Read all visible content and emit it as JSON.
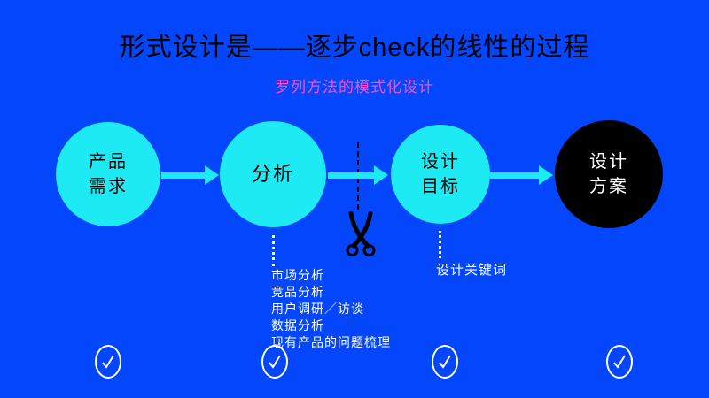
{
  "slide": {
    "title": "形式设计是——逐步check的线性的过程",
    "subtitle": "罗列方法的模式化设计"
  },
  "flow": {
    "steps": [
      {
        "id": "product-needs",
        "line1": "产品",
        "line2": "需求",
        "variant": "cyan"
      },
      {
        "id": "analysis",
        "line1": "分析",
        "line2": "",
        "variant": "cyan"
      },
      {
        "id": "design-goals",
        "line1": "设计",
        "line2": "目标",
        "variant": "cyan"
      },
      {
        "id": "design-solution",
        "line1": "设计",
        "line2": "方案",
        "variant": "black"
      }
    ],
    "cut": {
      "icon": "scissors-icon",
      "line_style": "vertical-dashed"
    }
  },
  "annotations": {
    "analysis_methods": [
      "市场分析",
      "竞品分析",
      "用户调研／访谈",
      "数据分析",
      "现有产品的问题梳理"
    ],
    "design_goal_note": "设计关键词"
  },
  "checkmarks": {
    "count": 4,
    "icon": "check-circle-icon"
  },
  "colors": {
    "background": "#0446FC",
    "accent_cyan": "#1EEAF4",
    "accent_pink": "#FF4FD1",
    "final_step_fill": "#000000",
    "text_light": "#FFFFFF",
    "text_dark": "#000000"
  }
}
